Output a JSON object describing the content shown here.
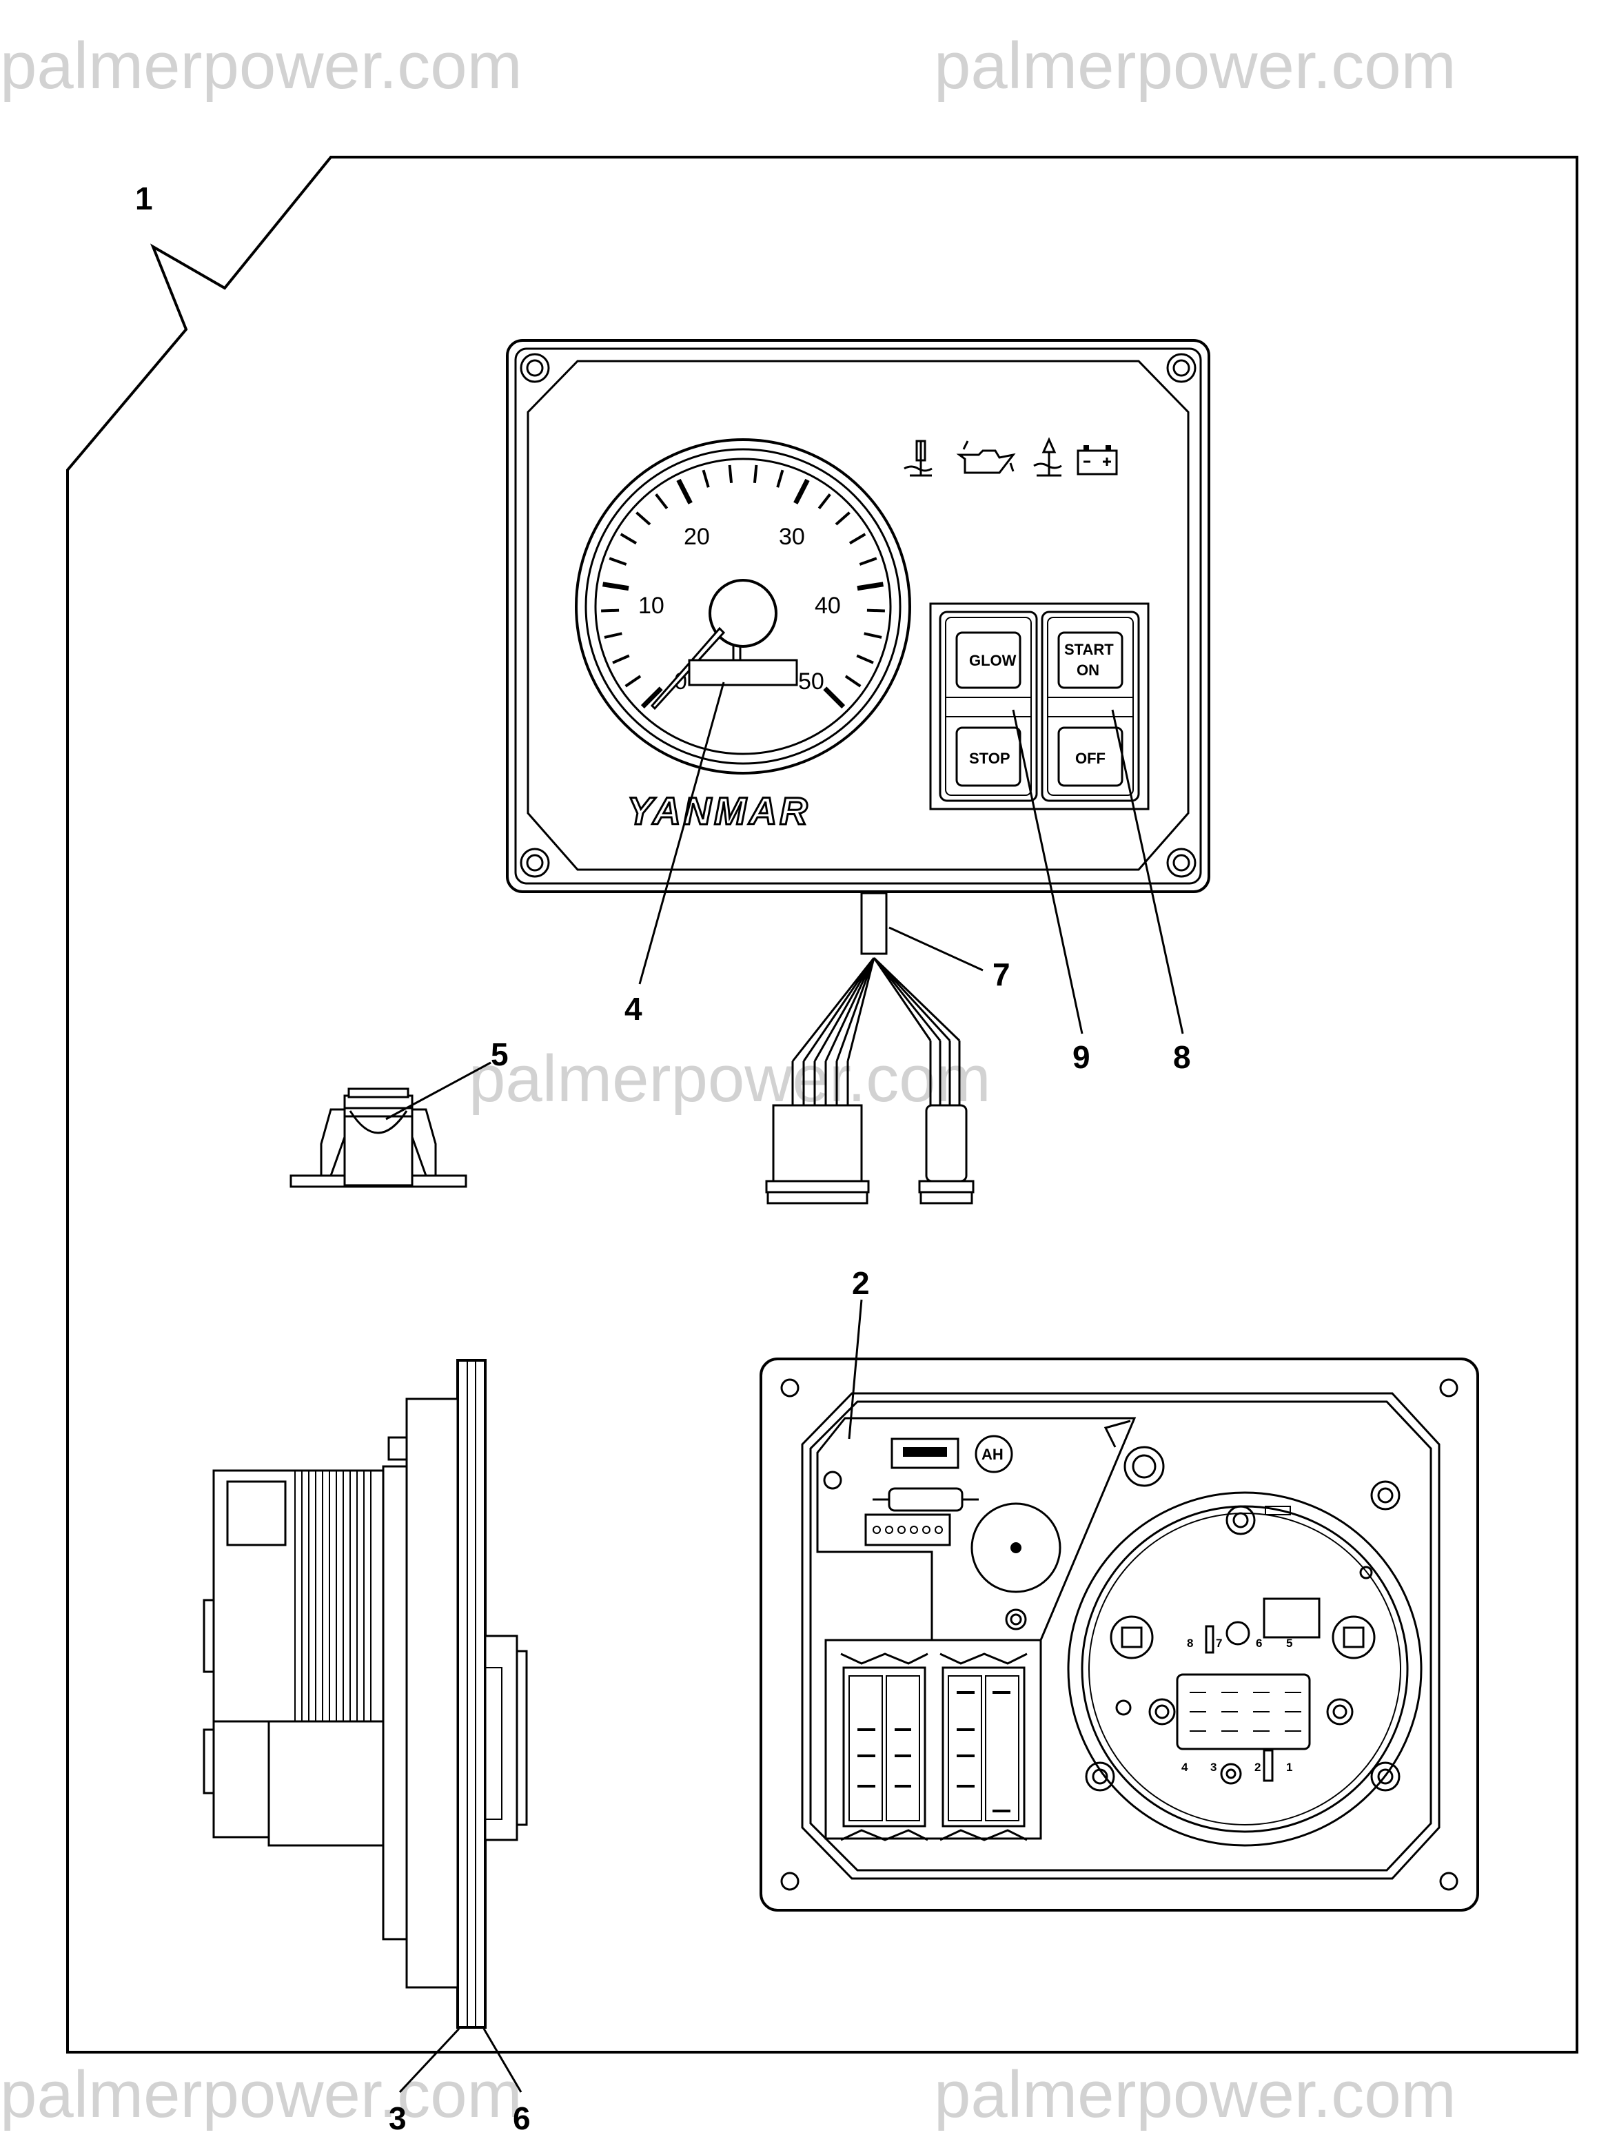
{
  "watermark": {
    "text": "palmerpower.com"
  },
  "callouts": {
    "c1": "1",
    "c2": "2",
    "c3": "3",
    "c4": "4",
    "c5": "5",
    "c6": "6",
    "c7": "7",
    "c8": "8",
    "c9": "9"
  },
  "gauge": {
    "ticks": [
      "0",
      "10",
      "20",
      "30",
      "40",
      "50"
    ]
  },
  "switches": {
    "glow": "GLOW",
    "start_line1": "START",
    "start_line2": "ON",
    "stop": "STOP",
    "off": "OFF"
  },
  "brand": "YANMAR",
  "rear_panel": {
    "badge": "AH",
    "terminals": [
      "8",
      "7",
      "6",
      "5",
      "4",
      "3",
      "2",
      "1"
    ]
  },
  "icons": [
    "coolant-temp-icon",
    "oil-pressure-icon",
    "water-in-fuel-icon",
    "battery-icon"
  ]
}
